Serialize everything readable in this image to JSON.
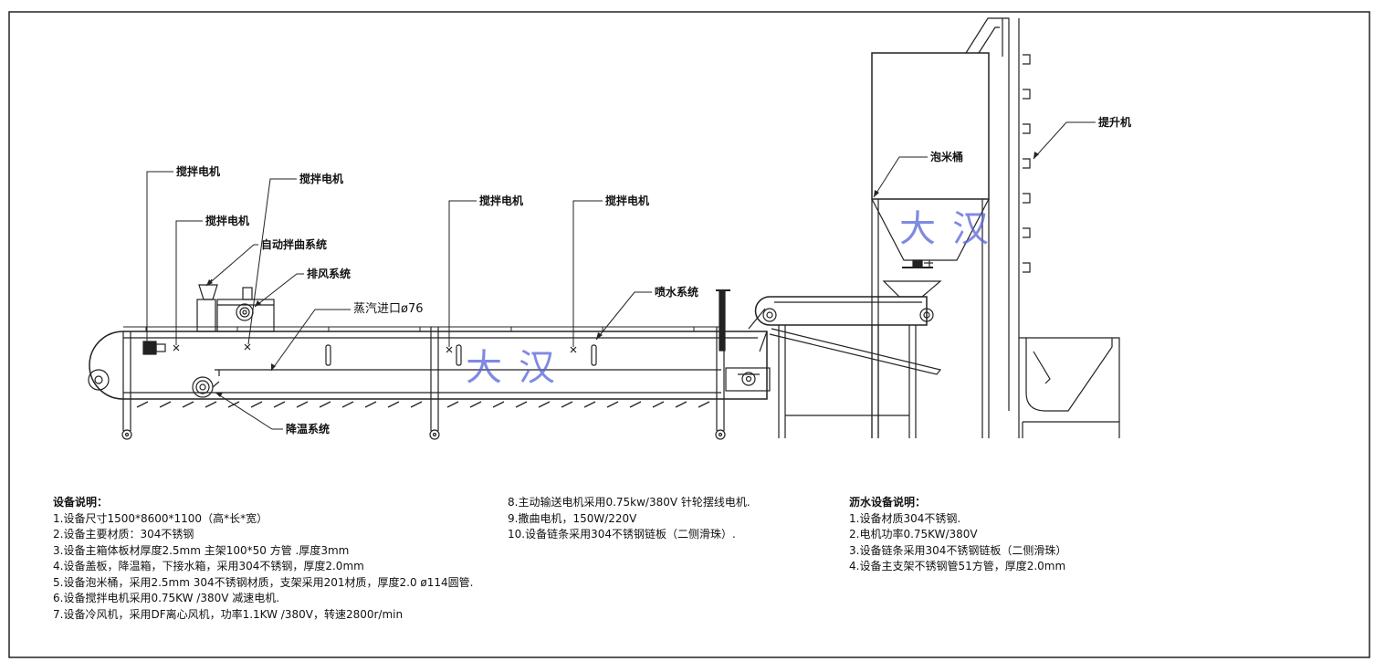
{
  "watermark": "大汉",
  "labels": {
    "motor_1": "搅拌电机",
    "motor_2": "搅拌电机",
    "motor_3": "搅拌电机",
    "motor_4": "搅拌电机",
    "motor_5": "搅拌电机",
    "auto_mix": "自动拌曲系统",
    "exhaust": "排风系统",
    "steam_inlet": "蒸汽进口ø76",
    "cooling": "降温系统",
    "spray": "喷水系统",
    "soak_tank": "泡米桶",
    "elevator": "提升机"
  },
  "notes_left": {
    "title": "设备说明：",
    "items": [
      "1.设备尺寸1500*8600*1100（高*长*宽）",
      "2.设备主要材质：304不锈钢",
      "3.设备主箱体板材厚度2.5mm 主架100*50 方管 .厚度3mm",
      "4.设备盖板，降温箱，下接水箱，采用304不锈钢，厚度2.0mm",
      "5.设备泡米桶，采用2.5mm 304不锈钢材质，支架采用201材质，厚度2.0 ø114圆管.",
      "6.设备搅拌电机采用0.75KW  /380V  减速电机.",
      "7.设备冷风机，采用DF离心风机，功率1.1KW /380V，转速2800r/min"
    ]
  },
  "notes_middle": {
    "items": [
      "8.主动输送电机采用0.75kw/380V 针轮摆线电机.",
      "9.撒曲电机，150W/220V",
      "10.设备链条采用304不锈钢链板（二侧滑珠）."
    ]
  },
  "notes_right": {
    "title": "沥水设备说明：",
    "items": [
      "1.设备材质304不锈钢.",
      "2.电机功率0.75KW/380V",
      "3.设备链条采用304不锈钢链板（二侧滑珠）",
      "4.设备主支架不锈钢管51方管，厚度2.0mm"
    ]
  }
}
